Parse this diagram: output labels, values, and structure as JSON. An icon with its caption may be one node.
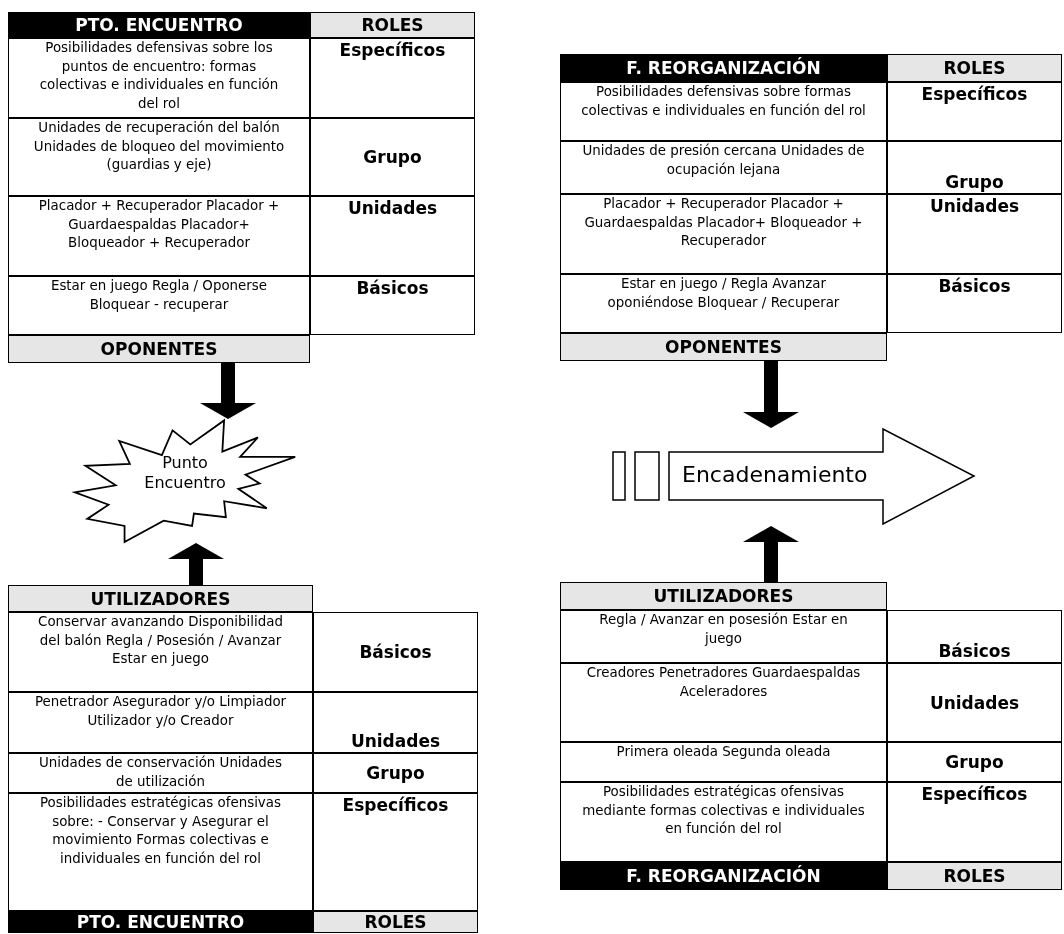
{
  "diagram": {
    "nodes": [
      {
        "text": [
          "PTO. ENCUENTRO",
          "ROLES",
          "Posibilidades defensivas sobre los puntos de encuentro: formas colectivas e individuales en función del rol",
          "Específicos",
          "Unidades de recuperación del balón Unidades de bloqueo del movimiento (guardias y eje)",
          "Grupo",
          "Placador + Recuperador Placador + Guardaespaldas Placador+  Bloqueador + Recuperador",
          "Unidades",
          "Estar en juego Regla / Oponerse Bloquear - recuperar",
          "Básicos",
          "OPONENTES"
        ]
      },
      {
        "text": [
          "Punto Encuentro"
        ]
      },
      {
        "text": [
          "UTILIZADORES",
          "Conservar avanzando Disponibilidad del balón Regla / Posesión / Avanzar Estar en juego",
          "Básicos",
          "Penetrador Asegurador y/o Limpiador Utilizador y/o Creador",
          "Unidades",
          "Unidades de conservación Unidades de utilización",
          "Grupo",
          "Posibilidades estratégicas ofensivas sobre: - Conservar y Asegurar el movimiento Formas colectivas e individuales en función del rol",
          "Específicos",
          "PTO. ENCUENTRO",
          "ROLES"
        ]
      },
      {
        "text": [
          "F. REORGANIZACIÓN",
          "ROLES",
          "Posibilidades defensivas sobre formas colectivas e individuales en función del rol",
          "Específicos",
          "Unidades de presión cercana Unidades de ocupación lejana",
          "Grupo",
          "Placador + Recuperador Placador + Guardaespaldas Placador+  Bloqueador + Recuperador",
          "Unidades",
          "Estar en juego / Regla Avanzar oponiéndose Bloquear / Recuperar",
          "Básicos",
          "OPONENTES"
        ]
      },
      {
        "text": [
          "Encadenamiento"
        ]
      },
      {
        "text": [
          "UTILIZADORES",
          "Regla / Avanzar en posesión Estar en juego",
          "Básicos",
          "Creadores Penetradores Guardaespaldas Aceleradores",
          "Unidades",
          "Primera oleada Segunda oleada",
          "Grupo",
          "Posibilidades estratégicas ofensivas mediante formas colectivas e individuales en función del rol",
          "Específicos",
          "F.  REORGANIZACIÓN",
          "ROLES"
        ]
      }
    ],
    "edges": [
      {
        "from": 0,
        "to": 1,
        "arrow": "to"
      },
      {
        "from": 2,
        "to": 1,
        "arrow": "to"
      },
      {
        "from": 3,
        "to": 4,
        "arrow": "to"
      },
      {
        "from": 5,
        "to": 4,
        "arrow": "to"
      }
    ]
  }
}
